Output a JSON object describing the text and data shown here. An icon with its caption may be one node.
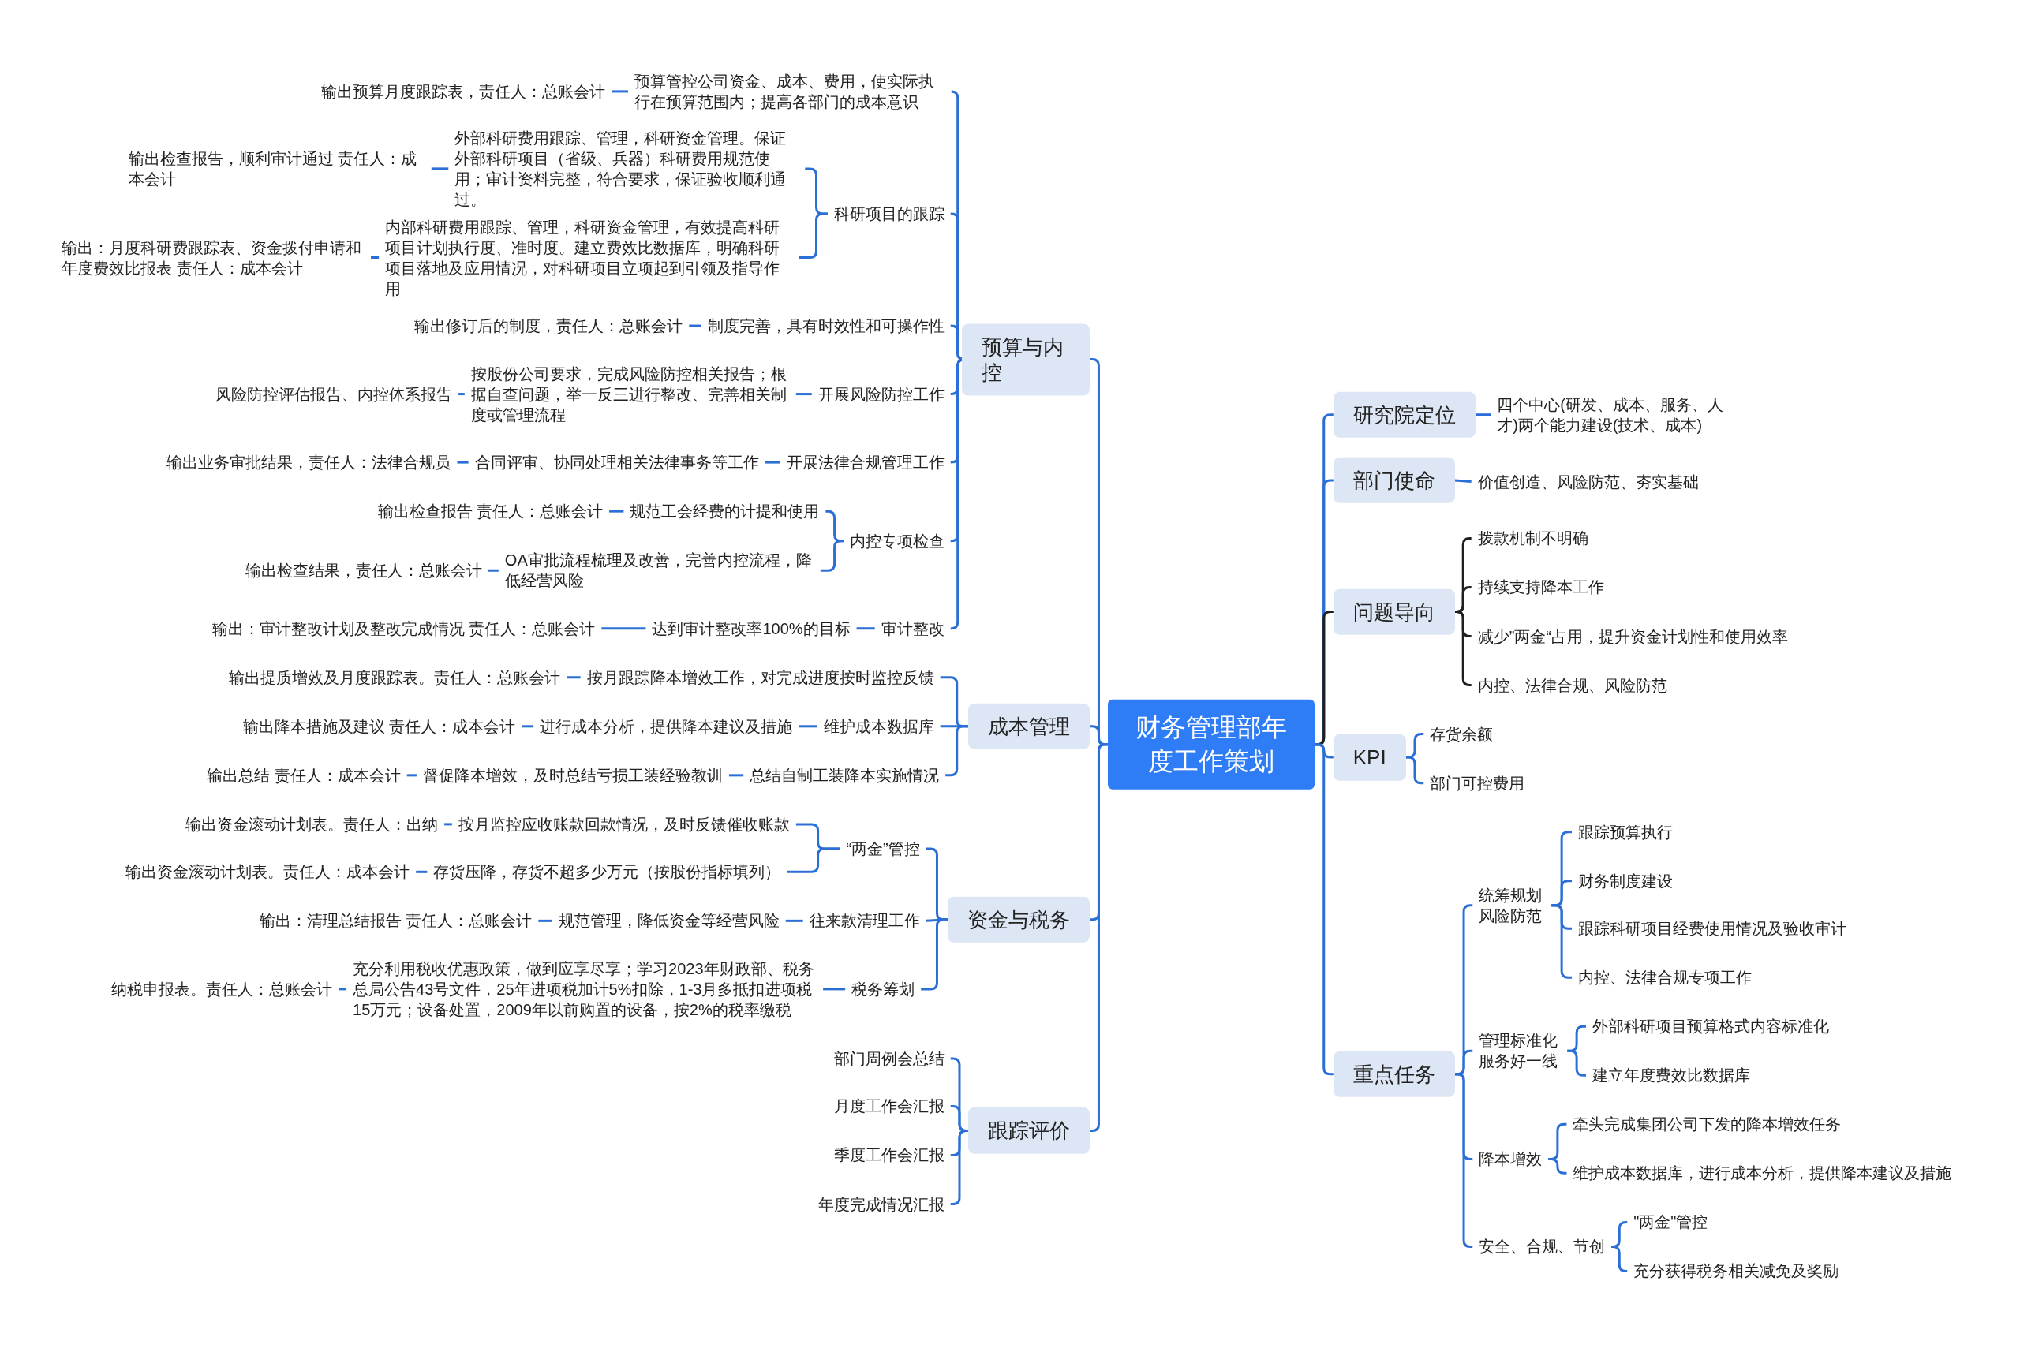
{
  "diagram": {
    "nodes": [
      {
        "text": [
          "财务管理部年度工作策划"
        ]
      },
      {
        "text": [
          "预算与内控"
        ]
      },
      {
        "text": [
          "预算管控公司资金、成本、费用，使实际执行在预算范围内；提高各部门的成本意识"
        ]
      },
      {
        "text": [
          "输出预算月度跟踪表，责任人：总账会计"
        ]
      },
      {
        "text": [
          "科研项目的跟踪"
        ]
      },
      {
        "text": [
          "外部科研费用跟踪、管理，科研资金管理。保证外部科研项目（省级、兵器）科研费用规范使用；审计资料完整，符合要求，保证验收顺利通过。"
        ]
      },
      {
        "text": [
          "输出检查报告，顺利审计通过 责任人：成本会计"
        ]
      },
      {
        "text": [
          "内部科研费用跟踪、管理，科研资金管理，有效提高科研项目计划执行度、准时度。建立费效比数据库，明确科研项目落地及应用情况，对科研项目立项起到引领及指导作用"
        ]
      },
      {
        "text": [
          "输出：月度科研费跟踪表、资金拨付申请和年度费效比报表 责任人：成本会计"
        ]
      },
      {
        "text": [
          "制度完善，具有时效性和可操作性"
        ]
      },
      {
        "text": [
          "输出修订后的制度，责任人：总账会计"
        ]
      },
      {
        "text": [
          "开展风险防控工作"
        ]
      },
      {
        "text": [
          "按股份公司要求，完成风险防控相关报告；根据自查问题，举一反三进行整改、完善相关制度或管理流程"
        ]
      },
      {
        "text": [
          "风险防控评估报告、内控体系报告"
        ]
      },
      {
        "text": [
          "开展法律合规管理工作"
        ]
      },
      {
        "text": [
          "合同评审、协同处理相关法律事务等工作"
        ]
      },
      {
        "text": [
          "输出业务审批结果，责任人：法律合规员"
        ]
      },
      {
        "text": [
          "内控专项检查"
        ]
      },
      {
        "text": [
          "规范工会经费的计提和使用"
        ]
      },
      {
        "text": [
          "输出检查报告 责任人：总账会计"
        ]
      },
      {
        "text": [
          "OA审批流程梳理及改善，完善内控流程，降低经营风险"
        ]
      },
      {
        "text": [
          "输出检查结果，责任人：总账会计"
        ]
      },
      {
        "text": [
          "审计整改"
        ]
      },
      {
        "text": [
          "达到审计整改率100%的目标"
        ]
      },
      {
        "text": [
          "输出：审计整改计划及整改完成情况 责任人：总账会计"
        ]
      },
      {
        "text": [
          "成本管理"
        ]
      },
      {
        "text": [
          "按月跟踪降本增效工作，对完成进度按时监控反馈"
        ]
      },
      {
        "text": [
          "输出提质增效及月度跟踪表。责任人：总账会计"
        ]
      },
      {
        "text": [
          "维护成本数据库"
        ]
      },
      {
        "text": [
          "进行成本分析，提供降本建议及措施"
        ]
      },
      {
        "text": [
          "输出降本措施及建议 责任人：成本会计"
        ]
      },
      {
        "text": [
          "总结自制工装降本实施情况"
        ]
      },
      {
        "text": [
          "督促降本增效，及时总结亏损工装经验教训"
        ]
      },
      {
        "text": [
          "输出总结 责任人：成本会计"
        ]
      },
      {
        "text": [
          "资金与税务"
        ]
      },
      {
        "text": [
          "“两金”管控"
        ]
      },
      {
        "text": [
          "按月监控应收账款回款情况，及时反馈催收账款"
        ]
      },
      {
        "text": [
          "输出资金滚动计划表。责任人：出纳"
        ]
      },
      {
        "text": [
          "存货压降，存货不超多少万元（按股份指标填列）"
        ]
      },
      {
        "text": [
          "输出资金滚动计划表。责任人：成本会计"
        ]
      },
      {
        "text": [
          "往来款清理工作"
        ]
      },
      {
        "text": [
          "规范管理，降低资金等经营风险"
        ]
      },
      {
        "text": [
          "输出：清理总结报告 责任人：总账会计"
        ]
      },
      {
        "text": [
          "税务筹划"
        ]
      },
      {
        "text": [
          "充分利用税收优惠政策，做到应享尽享；学习2023年财政部、税务总局公告43号文件，25年进项税加计5%扣除，1-3月多抵扣进项税15万元；设备处置，2009年以前购置的设备，按2%的税率缴税"
        ]
      },
      {
        "text": [
          "纳税申报表。责任人：总账会计"
        ]
      },
      {
        "text": [
          "跟踪评价"
        ]
      },
      {
        "text": [
          "部门周例会总结"
        ]
      },
      {
        "text": [
          "月度工作会汇报"
        ]
      },
      {
        "text": [
          "季度工作会汇报"
        ]
      },
      {
        "text": [
          "年度完成情况汇报"
        ]
      },
      {
        "text": [
          "研究院定位"
        ]
      },
      {
        "text": [
          "四个中心(研发、成本、服务、人才)两个能力建设(技术、成本)"
        ]
      },
      {
        "text": [
          "部门使命"
        ]
      },
      {
        "text": [
          "价值创造、风险防范、夯实基础"
        ]
      },
      {
        "text": [
          "问题导向"
        ]
      },
      {
        "text": [
          "拨款机制不明确"
        ]
      },
      {
        "text": [
          "持续支持降本工作"
        ]
      },
      {
        "text": [
          "减少”两金“占用，提升资金计划性和使用效率"
        ]
      },
      {
        "text": [
          "内控、法律合规、风险防范"
        ]
      },
      {
        "text": [
          "KPI"
        ]
      },
      {
        "text": [
          "存货余额"
        ]
      },
      {
        "text": [
          "部门可控费用"
        ]
      },
      {
        "text": [
          "重点任务"
        ]
      },
      {
        "text": [
          "统筹规划风险防范"
        ]
      },
      {
        "text": [
          "跟踪预算执行"
        ]
      },
      {
        "text": [
          "财务制度建设"
        ]
      },
      {
        "text": [
          "跟踪科研项目经费使用情况及验收审计"
        ]
      },
      {
        "text": [
          "内控、法律合规专项工作"
        ]
      },
      {
        "text": [
          "管理标准化服务好一线"
        ]
      },
      {
        "text": [
          "外部科研项目预算格式内容标准化"
        ]
      },
      {
        "text": [
          "建立年度费效比数据库"
        ]
      },
      {
        "text": [
          "降本增效"
        ]
      },
      {
        "text": [
          "牵头完成集团公司下发的降本增效任务"
        ]
      },
      {
        "text": [
          "维护成本数据库，进行成本分析，提供降本建议及措施"
        ]
      },
      {
        "text": [
          "安全、合规、节创"
        ]
      },
      {
        "text": [
          "\"两金\"管控"
        ]
      },
      {
        "text": [
          "充分获得税务相关减免及奖励"
        ]
      }
    ],
    "edges": [
      {
        "from": 0,
        "to": 1,
        "arrow": "none"
      },
      {
        "from": 1,
        "to": 2,
        "arrow": "none"
      },
      {
        "from": 2,
        "to": 3,
        "arrow": "none"
      },
      {
        "from": 1,
        "to": 4,
        "arrow": "none"
      },
      {
        "from": 4,
        "to": 5,
        "arrow": "none"
      },
      {
        "from": 5,
        "to": 6,
        "arrow": "none"
      },
      {
        "from": 4,
        "to": 7,
        "arrow": "none"
      },
      {
        "from": 7,
        "to": 8,
        "arrow": "none"
      },
      {
        "from": 1,
        "to": 9,
        "arrow": "none"
      },
      {
        "from": 9,
        "to": 10,
        "arrow": "none"
      },
      {
        "from": 1,
        "to": 11,
        "arrow": "none"
      },
      {
        "from": 11,
        "to": 12,
        "arrow": "none"
      },
      {
        "from": 12,
        "to": 13,
        "arrow": "none"
      },
      {
        "from": 1,
        "to": 14,
        "arrow": "none"
      },
      {
        "from": 14,
        "to": 15,
        "arrow": "none"
      },
      {
        "from": 15,
        "to": 16,
        "arrow": "none"
      },
      {
        "from": 1,
        "to": 17,
        "arrow": "none"
      },
      {
        "from": 17,
        "to": 18,
        "arrow": "none"
      },
      {
        "from": 18,
        "to": 19,
        "arrow": "none"
      },
      {
        "from": 17,
        "to": 20,
        "arrow": "none"
      },
      {
        "from": 20,
        "to": 21,
        "arrow": "none"
      },
      {
        "from": 1,
        "to": 22,
        "arrow": "none"
      },
      {
        "from": 22,
        "to": 23,
        "arrow": "none"
      },
      {
        "from": 23,
        "to": 24,
        "arrow": "none"
      },
      {
        "from": 0,
        "to": 25,
        "arrow": "none"
      },
      {
        "from": 25,
        "to": 26,
        "arrow": "none"
      },
      {
        "from": 26,
        "to": 27,
        "arrow": "none"
      },
      {
        "from": 25,
        "to": 28,
        "arrow": "none"
      },
      {
        "from": 28,
        "to": 29,
        "arrow": "none"
      },
      {
        "from": 29,
        "to": 30,
        "arrow": "none"
      },
      {
        "from": 25,
        "to": 31,
        "arrow": "none"
      },
      {
        "from": 31,
        "to": 32,
        "arrow": "none"
      },
      {
        "from": 32,
        "to": 33,
        "arrow": "none"
      },
      {
        "from": 0,
        "to": 34,
        "arrow": "none"
      },
      {
        "from": 34,
        "to": 35,
        "arrow": "none"
      },
      {
        "from": 35,
        "to": 36,
        "arrow": "none"
      },
      {
        "from": 36,
        "to": 37,
        "arrow": "none"
      },
      {
        "from": 35,
        "to": 38,
        "arrow": "none"
      },
      {
        "from": 38,
        "to": 39,
        "arrow": "none"
      },
      {
        "from": 34,
        "to": 40,
        "arrow": "none"
      },
      {
        "from": 40,
        "to": 41,
        "arrow": "none"
      },
      {
        "from": 41,
        "to": 42,
        "arrow": "none"
      },
      {
        "from": 34,
        "to": 43,
        "arrow": "none"
      },
      {
        "from": 43,
        "to": 44,
        "arrow": "none"
      },
      {
        "from": 44,
        "to": 45,
        "arrow": "none"
      },
      {
        "from": 0,
        "to": 46,
        "arrow": "none"
      },
      {
        "from": 46,
        "to": 47,
        "arrow": "none"
      },
      {
        "from": 46,
        "to": 48,
        "arrow": "none"
      },
      {
        "from": 46,
        "to": 49,
        "arrow": "none"
      },
      {
        "from": 46,
        "to": 50,
        "arrow": "none"
      },
      {
        "from": 0,
        "to": 51,
        "arrow": "none"
      },
      {
        "from": 51,
        "to": 52,
        "arrow": "none"
      },
      {
        "from": 0,
        "to": 53,
        "arrow": "none"
      },
      {
        "from": 53,
        "to": 54,
        "arrow": "none"
      },
      {
        "from": 0,
        "to": 55,
        "arrow": "none",
        "color": "#1f1f1f"
      },
      {
        "from": 55,
        "to": 56,
        "arrow": "none",
        "color": "#1f1f1f"
      },
      {
        "from": 55,
        "to": 57,
        "arrow": "none",
        "color": "#1f1f1f"
      },
      {
        "from": 55,
        "to": 58,
        "arrow": "none",
        "color": "#1f1f1f"
      },
      {
        "from": 55,
        "to": 59,
        "arrow": "none",
        "color": "#1f1f1f"
      },
      {
        "from": 0,
        "to": 60,
        "arrow": "none"
      },
      {
        "from": 60,
        "to": 61,
        "arrow": "none"
      },
      {
        "from": 60,
        "to": 62,
        "arrow": "none"
      },
      {
        "from": 0,
        "to": 63,
        "arrow": "none"
      },
      {
        "from": 63,
        "to": 64,
        "arrow": "none"
      },
      {
        "from": 64,
        "to": 65,
        "arrow": "none"
      },
      {
        "from": 64,
        "to": 66,
        "arrow": "none"
      },
      {
        "from": 64,
        "to": 67,
        "arrow": "none"
      },
      {
        "from": 64,
        "to": 68,
        "arrow": "none"
      },
      {
        "from": 63,
        "to": 69,
        "arrow": "none"
      },
      {
        "from": 69,
        "to": 70,
        "arrow": "none"
      },
      {
        "from": 69,
        "to": 71,
        "arrow": "none"
      },
      {
        "from": 63,
        "to": 72,
        "arrow": "none"
      },
      {
        "from": 72,
        "to": 73,
        "arrow": "none"
      },
      {
        "from": 72,
        "to": 74,
        "arrow": "none"
      },
      {
        "from": 63,
        "to": 75,
        "arrow": "none"
      },
      {
        "from": 75,
        "to": 76,
        "arrow": "none"
      },
      {
        "from": 75,
        "to": 77,
        "arrow": "none"
      }
    ]
  }
}
